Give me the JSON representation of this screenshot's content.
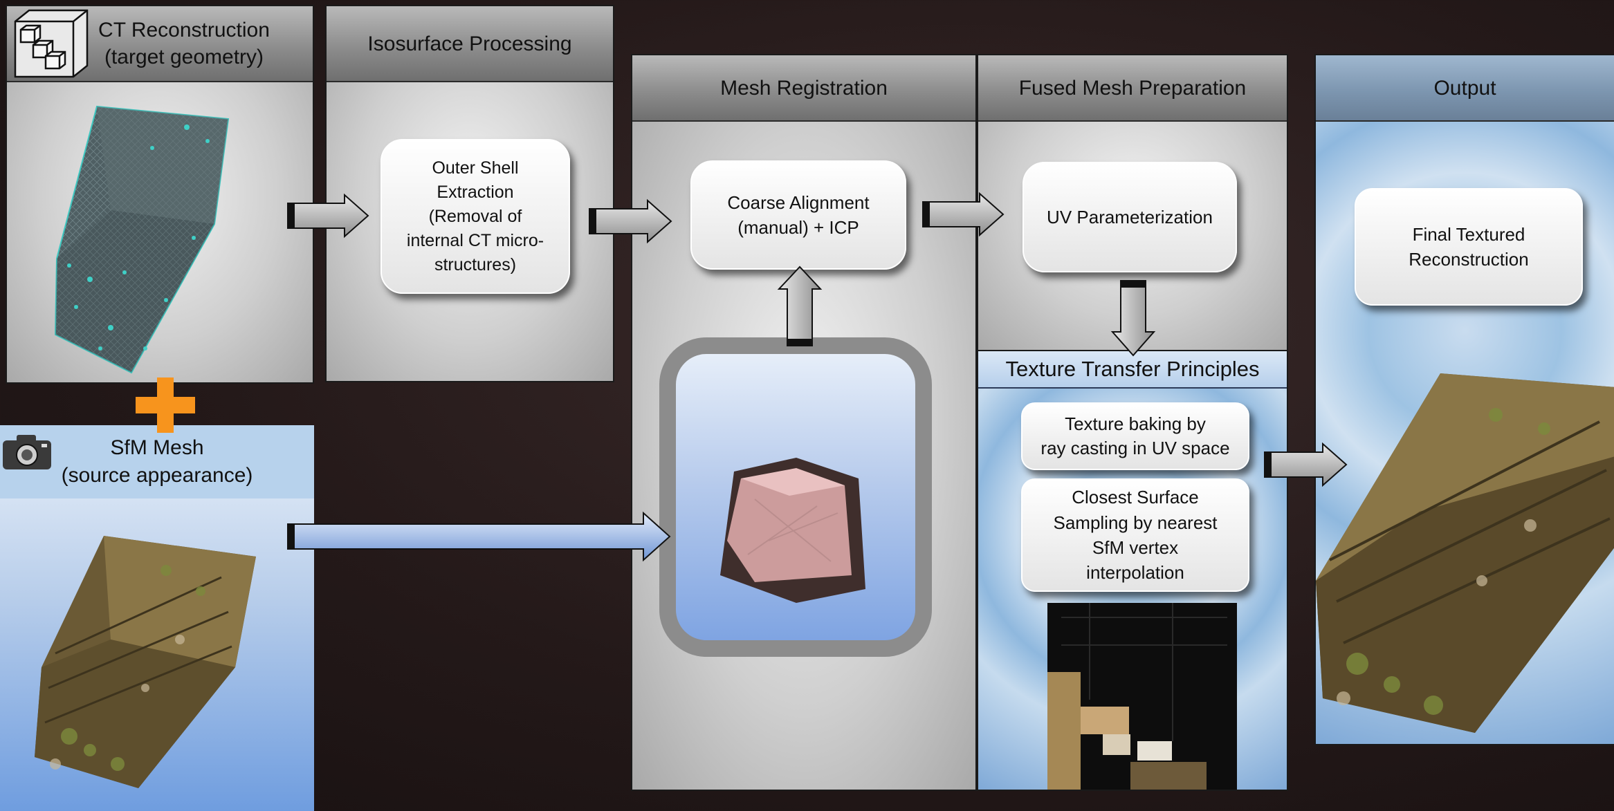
{
  "ct_panel": {
    "title_line1": "CT Reconstruction",
    "title_line2": "(target geometry)"
  },
  "sfm_panel": {
    "title_line1": "SfM Mesh",
    "title_line2": "(source appearance)"
  },
  "iso_panel": {
    "title": "Isosurface Processing",
    "box_lines": [
      "Outer Shell",
      "Extraction",
      "(Removal of",
      "internal CT micro-",
      "structures)"
    ]
  },
  "mesh_reg_panel": {
    "title": "Mesh Registration",
    "box_lines": [
      "Coarse Alignment",
      "(manual) + ICP"
    ]
  },
  "fused_panel": {
    "title": "Fused Mesh Preparation",
    "box_label": "UV Parameterization"
  },
  "texture_panel": {
    "title": "Texture Transfer Principles",
    "box1_lines": [
      "Texture baking by",
      "ray casting in UV space"
    ],
    "box2_lines": [
      "Closest Surface",
      "Sampling by nearest",
      "SfM vertex",
      "interpolation"
    ]
  },
  "output_panel": {
    "title": "Output",
    "box_lines": [
      "Final Textured",
      "Reconstruction"
    ]
  },
  "icons": [
    "stacked-cubes-icon",
    "camera-icon",
    "plus-icon"
  ],
  "colors": {
    "plus": "#f7941d",
    "sfm_header": "#b7d2ec",
    "texture_header": "#bcd5f0",
    "background": "#241919"
  }
}
